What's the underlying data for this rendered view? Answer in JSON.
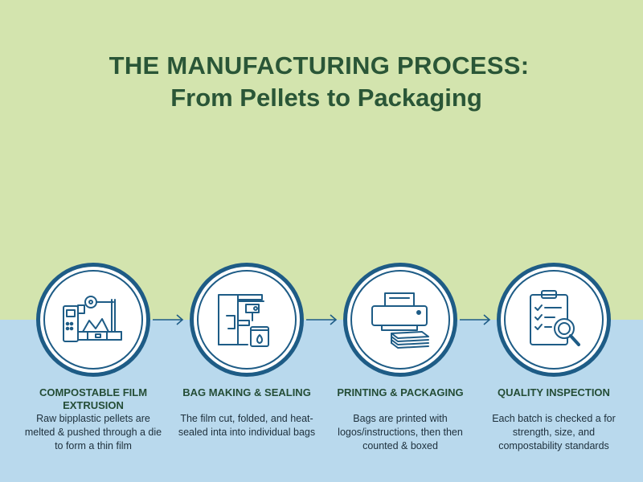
{
  "title": {
    "line1": "THE MANUFACTURING PROCESS:",
    "line2": "From Pellets to Packaging"
  },
  "colors": {
    "top_background": "#d3e4ae",
    "bottom_background": "#b9d9ed",
    "title_text": "#2a5637",
    "icon_stroke": "#1e5c86"
  },
  "steps": [
    {
      "icon": "extrusion-machine-icon",
      "title": "COMPOSTABLE FILM EXTRUSION",
      "description": "Raw bipplastic pellets are melted & pushed through a die to form a thin film"
    },
    {
      "icon": "bag-sealing-machine-icon",
      "title": "BAG MAKING & SEALING",
      "description": "The film cut, folded, and heat-sealed inta into individual bags"
    },
    {
      "icon": "printer-icon",
      "title": "PRINTING & PACKAGING",
      "description": "Bags are printed with logos/instructions, then then counted & boxed"
    },
    {
      "icon": "clipboard-magnifier-icon",
      "title": "QUALITY INSPECTION",
      "description": "Each batch is checked a for strength, size, and compostability standards"
    }
  ]
}
